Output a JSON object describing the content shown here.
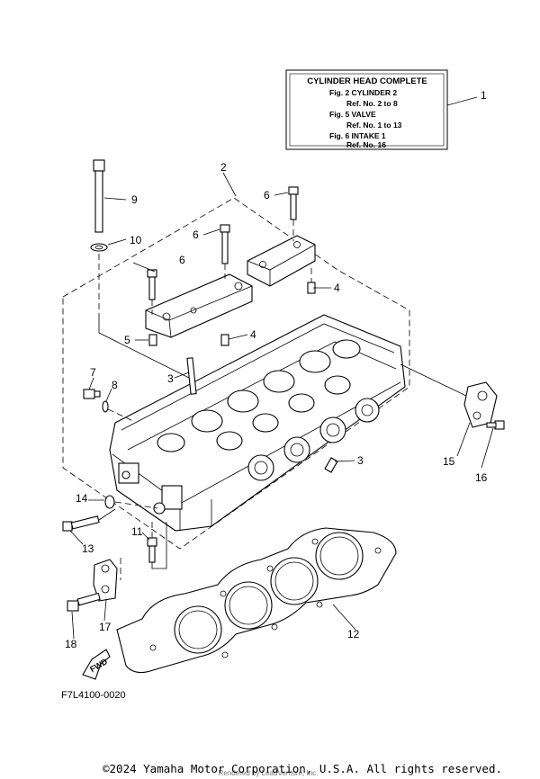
{
  "box": {
    "title": "CYLINDER HEAD COMPLETE",
    "lines": [
      "Fig.  2  CYLINDER 2",
      "Ref. No. 2 to 8",
      "Fig.  5  VALVE",
      "Ref. No. 1 to 13",
      "Fig.  6  INTAKE 1",
      "Ref. No. 16"
    ]
  },
  "callouts": {
    "c1": "1",
    "c2": "2",
    "c3a": "3",
    "c3b": "3",
    "c4a": "4",
    "c4b": "4",
    "c5": "5",
    "c6a": "6",
    "c6b": "6",
    "c6c": "6",
    "c7": "7",
    "c8": "8",
    "c9": "9",
    "c10": "10",
    "c11": "11",
    "c12": "12",
    "c13": "13",
    "c14": "14",
    "c15": "15",
    "c16": "16",
    "c17": "17",
    "c18": "18"
  },
  "fwd_label": "FWD",
  "figure_code": "F7L4100-0020",
  "copyright": "©2024 Yamaha Motor Corporation, U.S.A. All rights reserved.",
  "watermark": "Rendered by LeadVenture, Inc."
}
